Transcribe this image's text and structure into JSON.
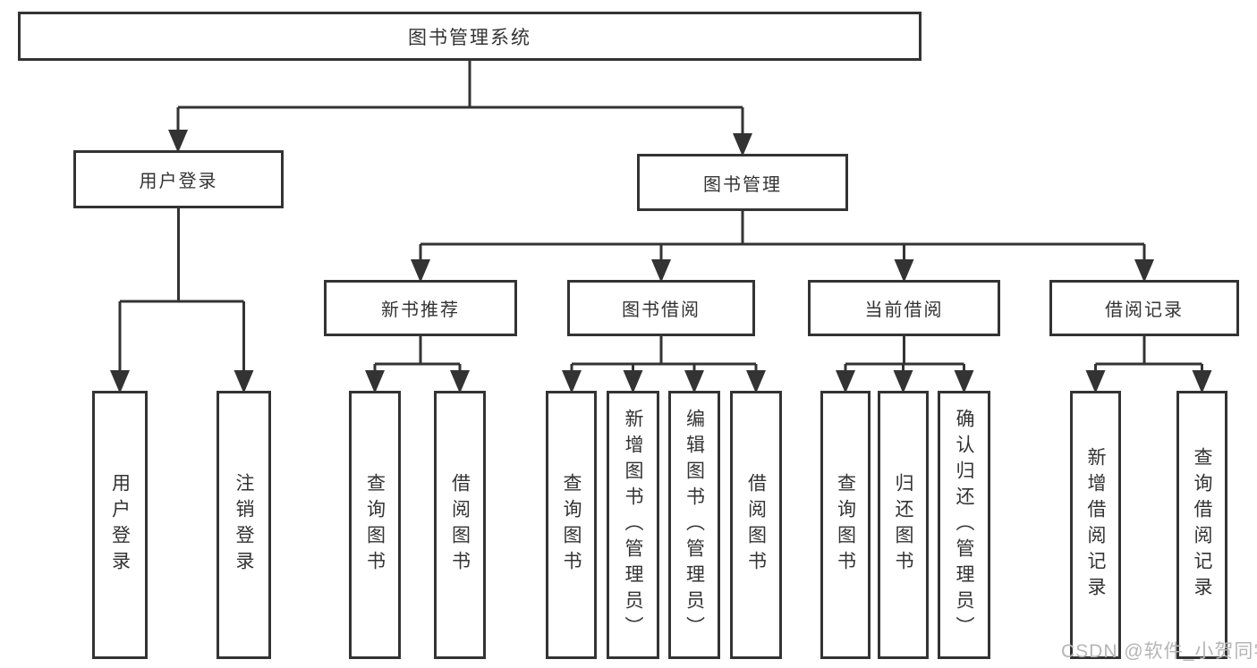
{
  "diagram_title": "图书管理系统",
  "tree": {
    "root": {
      "label": "图书管理系统"
    },
    "branches": [
      {
        "label": "用户登录",
        "children": [
          {
            "label": "用户登录"
          },
          {
            "label": "注销登录"
          }
        ]
      },
      {
        "label": "图书管理",
        "children": [
          {
            "label": "新书推荐",
            "children": [
              {
                "label": "查询图书"
              },
              {
                "label": "借阅图书"
              }
            ]
          },
          {
            "label": "图书借阅",
            "children": [
              {
                "label": "查询图书"
              },
              {
                "label": "新增图书（管理员）"
              },
              {
                "label": "编辑图书（管理员）"
              },
              {
                "label": "借阅图书"
              }
            ]
          },
          {
            "label": "当前借阅",
            "children": [
              {
                "label": "查询图书"
              },
              {
                "label": "归还图书"
              },
              {
                "label": "确认归还（管理员）"
              }
            ]
          },
          {
            "label": "借阅记录",
            "children": [
              {
                "label": "新增借阅记录"
              },
              {
                "label": "查询借阅记录"
              }
            ]
          }
        ]
      }
    ]
  },
  "watermark": {
    "text": "CSDN @软件_小贺同学"
  },
  "style": {
    "line_color": "#333333",
    "box_border_color": "#333333",
    "text_color": "#333333",
    "watermark_color": "#b5b5b5",
    "background": "#ffffff"
  }
}
